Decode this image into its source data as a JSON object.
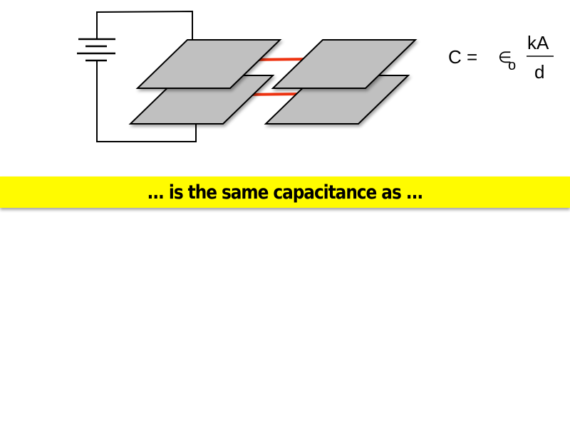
{
  "formula": {
    "lhs": "C =",
    "epsilon": "∈",
    "epsilon_subscript": "o",
    "numerator": "kA",
    "denominator": "d"
  },
  "banner": {
    "text": "... is the same capacitance as ..."
  },
  "colors": {
    "plate_fill": "#c0c0c0",
    "connector": "#ee3311",
    "banner_background": "#fffb00",
    "wire": "#000000"
  }
}
